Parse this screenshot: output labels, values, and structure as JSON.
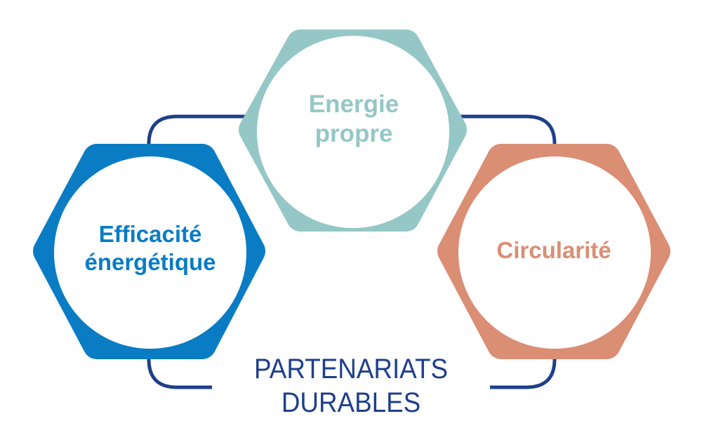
{
  "colors": {
    "energie": "#94c7c6",
    "efficacite": "#0a7cc4",
    "circularite": "#da8e74",
    "connector": "#1e3f8a"
  },
  "nodes": {
    "energie": {
      "line1": "Energie",
      "line2": "propre"
    },
    "efficacite": {
      "line1": "Efficacité",
      "line2": "énergétique"
    },
    "circularite": {
      "line1": "Circularité"
    }
  },
  "title": {
    "line1": "PARTENARIATS",
    "line2": "DURABLES"
  }
}
